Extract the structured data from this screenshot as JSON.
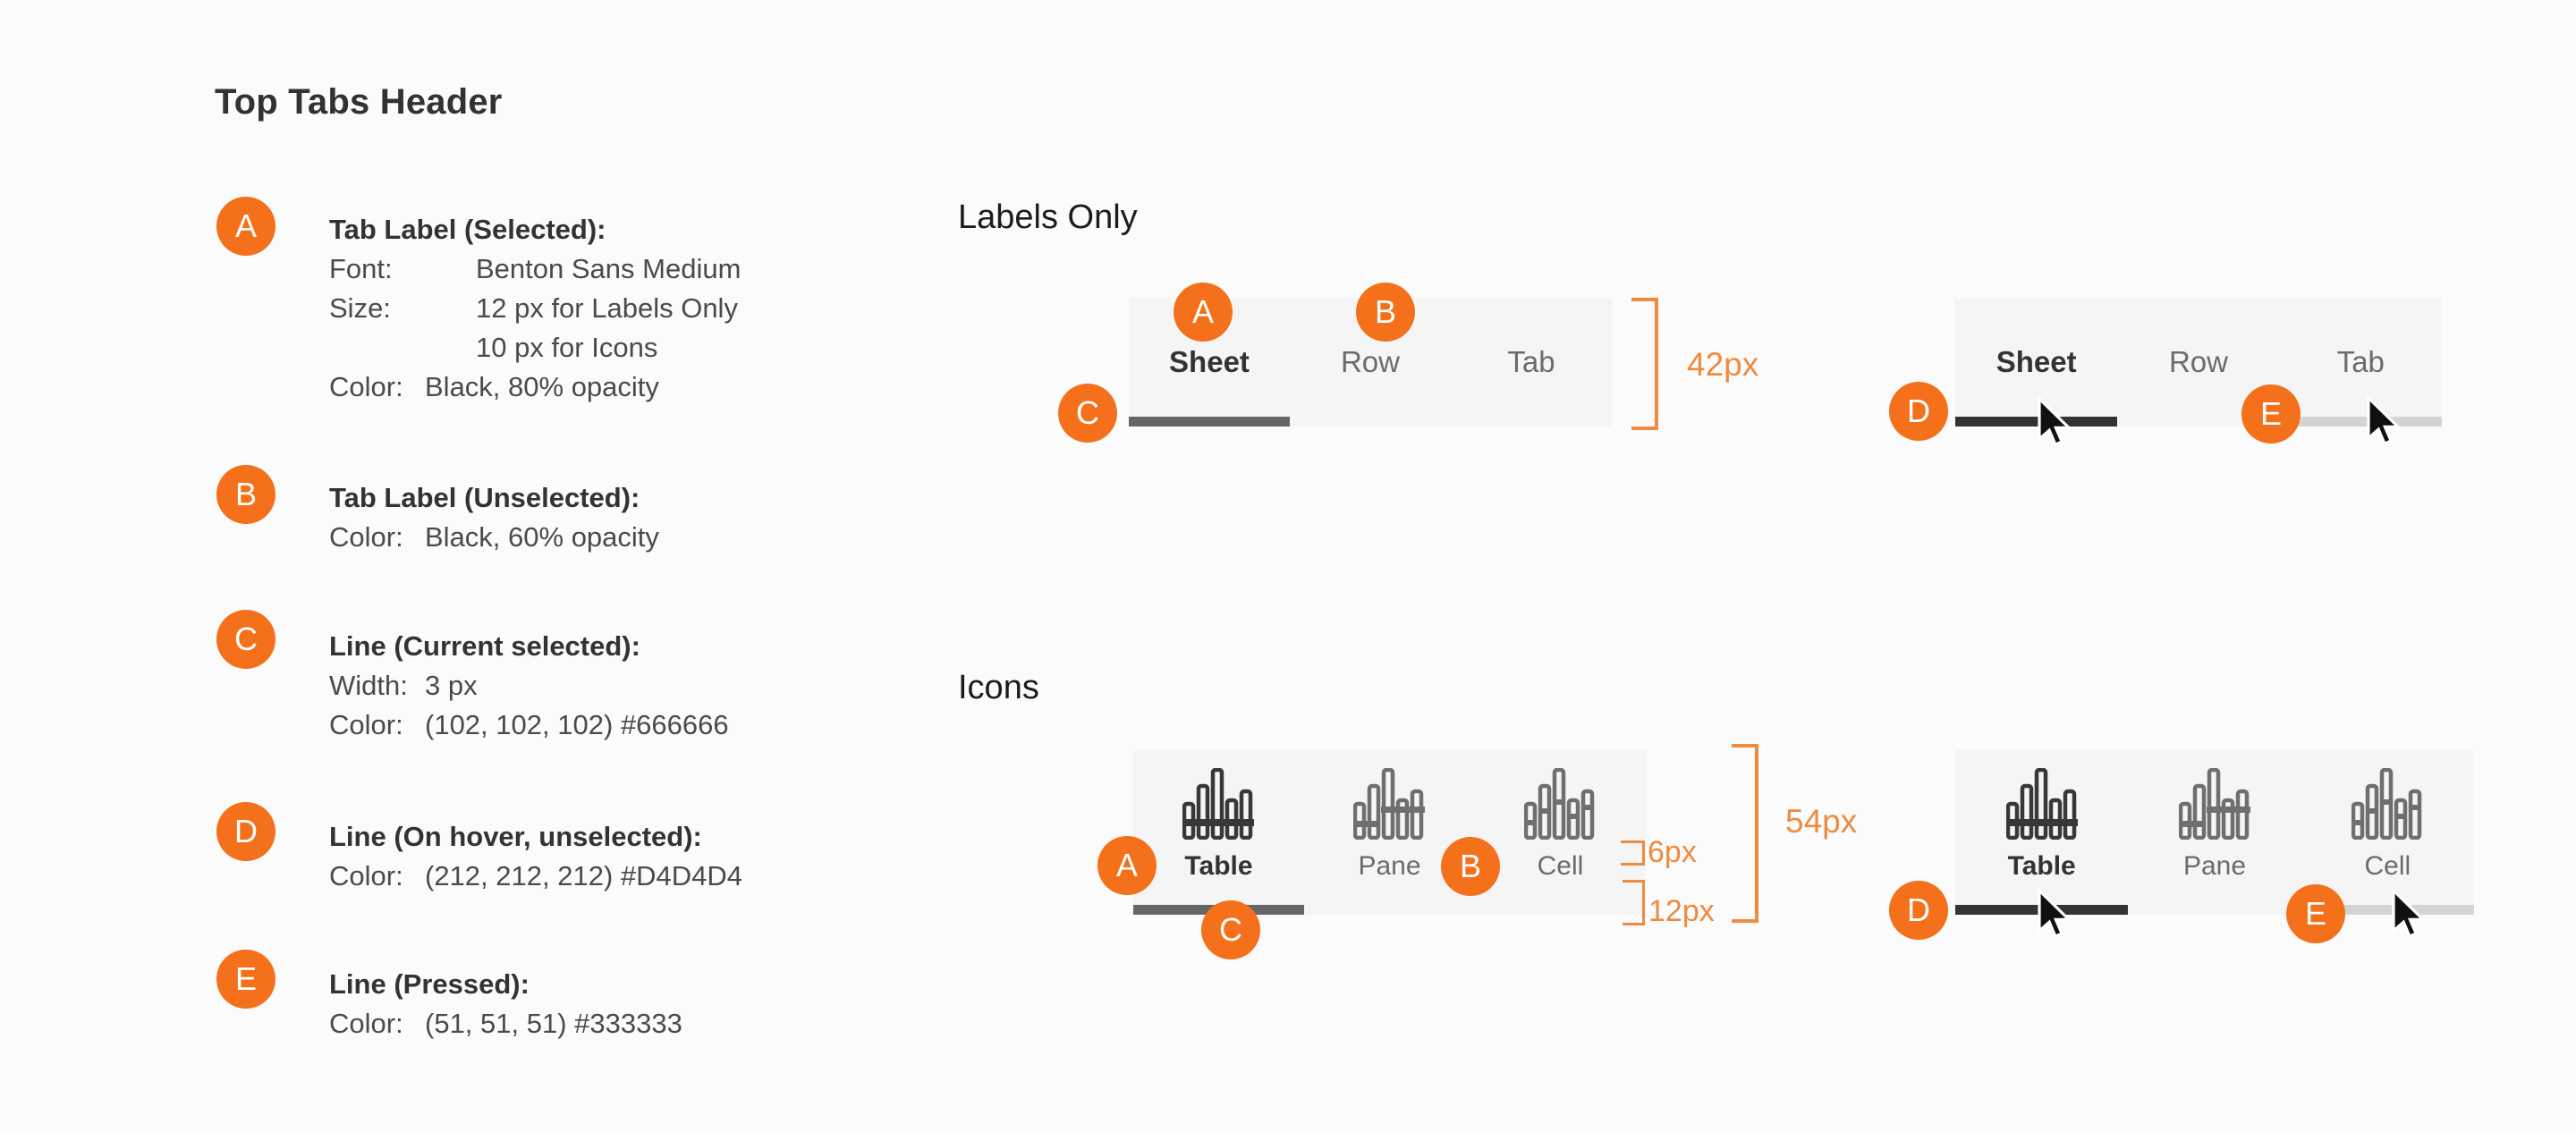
{
  "page": {
    "title": "Top Tabs Header"
  },
  "colors": {
    "accent_orange": "#F4701B",
    "annotation_orange": "#EE8B40",
    "tab_bar_background": "#F5F5F5",
    "line_selected": "#666666",
    "line_hover": "#D4D4D4",
    "line_pressed": "#333333"
  },
  "legend": [
    {
      "letter": "A",
      "title": "Tab Label (Selected):",
      "rows": [
        {
          "label": "Font:",
          "value": "Benton Sans Medium"
        },
        {
          "label": "Size:",
          "value": "12 px for Labels Only"
        },
        {
          "label": "",
          "value": "10 px for Icons"
        },
        {
          "label": "Color:",
          "value": "Black, 80% opacity"
        }
      ]
    },
    {
      "letter": "B",
      "title": "Tab Label (Unselected):",
      "rows": [
        {
          "label": "Color:",
          "value": "Black, 60% opacity"
        }
      ]
    },
    {
      "letter": "C",
      "title": "Line (Current selected):",
      "rows": [
        {
          "label": "Width:",
          "value": "3 px"
        },
        {
          "label": "Color:",
          "value": "(102, 102, 102) #666666"
        }
      ]
    },
    {
      "letter": "D",
      "title": "Line (On hover, unselected):",
      "rows": [
        {
          "label": "Color:",
          "value": "(212, 212, 212) #D4D4D4"
        }
      ]
    },
    {
      "letter": "E",
      "title": "Line (Pressed):",
      "rows": [
        {
          "label": "Color:",
          "value": "(51, 51, 51) #333333"
        }
      ]
    }
  ],
  "labels_only": {
    "heading": "Labels Only",
    "tabs": [
      "Sheet",
      "Row",
      "Tab"
    ],
    "height_label": "42px"
  },
  "icons": {
    "heading": "Icons",
    "tabs": [
      "Table",
      "Pane",
      "Cell"
    ],
    "height_label": "54px",
    "icon_gap_label": "6px",
    "line_gap_label": "12px"
  }
}
